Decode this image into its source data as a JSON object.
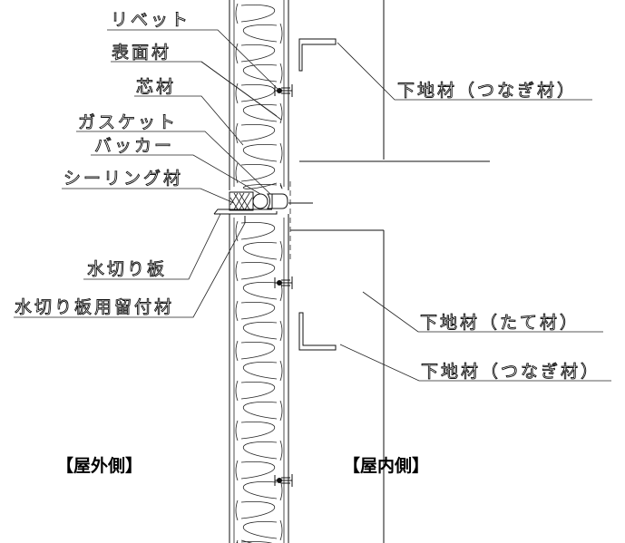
{
  "diagram": {
    "labels_left": [
      "リベット",
      "表面材",
      "芯材",
      "ガスケット",
      "バッカー",
      "シーリング材",
      "水切り板",
      "水切り板用留付材"
    ],
    "labels_right": [
      "下地材（つなぎ材）",
      "下地材（たて材）",
      "下地材（つなぎ材）"
    ],
    "side_outdoor": "【屋外側】",
    "side_indoor": "【屋内側】"
  }
}
